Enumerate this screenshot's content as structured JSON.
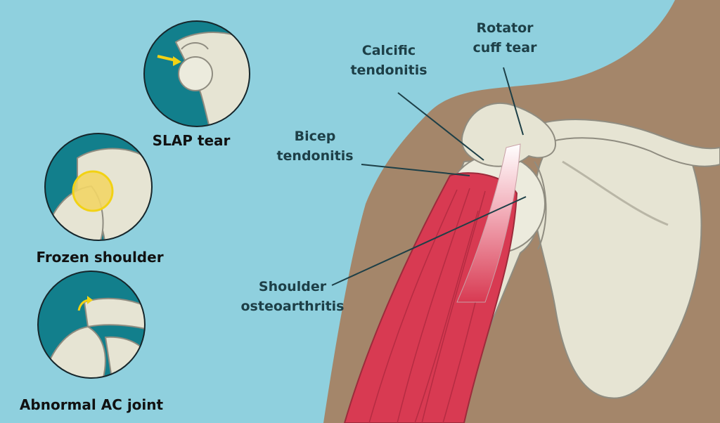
{
  "colors": {
    "background": "#8fd0de",
    "skin": "#a4866a",
    "bone": "#e6e4d3",
    "bone_outline": "#8f8c80",
    "muscle": "#d83a52",
    "circle_fill": "#127f8c",
    "highlight": "#f2d214",
    "label_text": "#1d3f47",
    "caption_text": "#111111"
  },
  "insets": [
    {
      "caption": "SLAP tear",
      "marker": "arrow-icon"
    },
    {
      "caption": "Frozen shoulder",
      "marker": "highlight-ring"
    },
    {
      "caption": "Abnormal AC joint",
      "marker": "curved-arrow-icon"
    }
  ],
  "labels": {
    "calcific": [
      "Calcific",
      "tendonitis"
    ],
    "rotator": [
      "Rotator",
      "cuff tear"
    ],
    "bicep": [
      "Bicep",
      "tendonitis"
    ],
    "osteo": [
      "Shoulder",
      "osteoarthritis"
    ]
  }
}
